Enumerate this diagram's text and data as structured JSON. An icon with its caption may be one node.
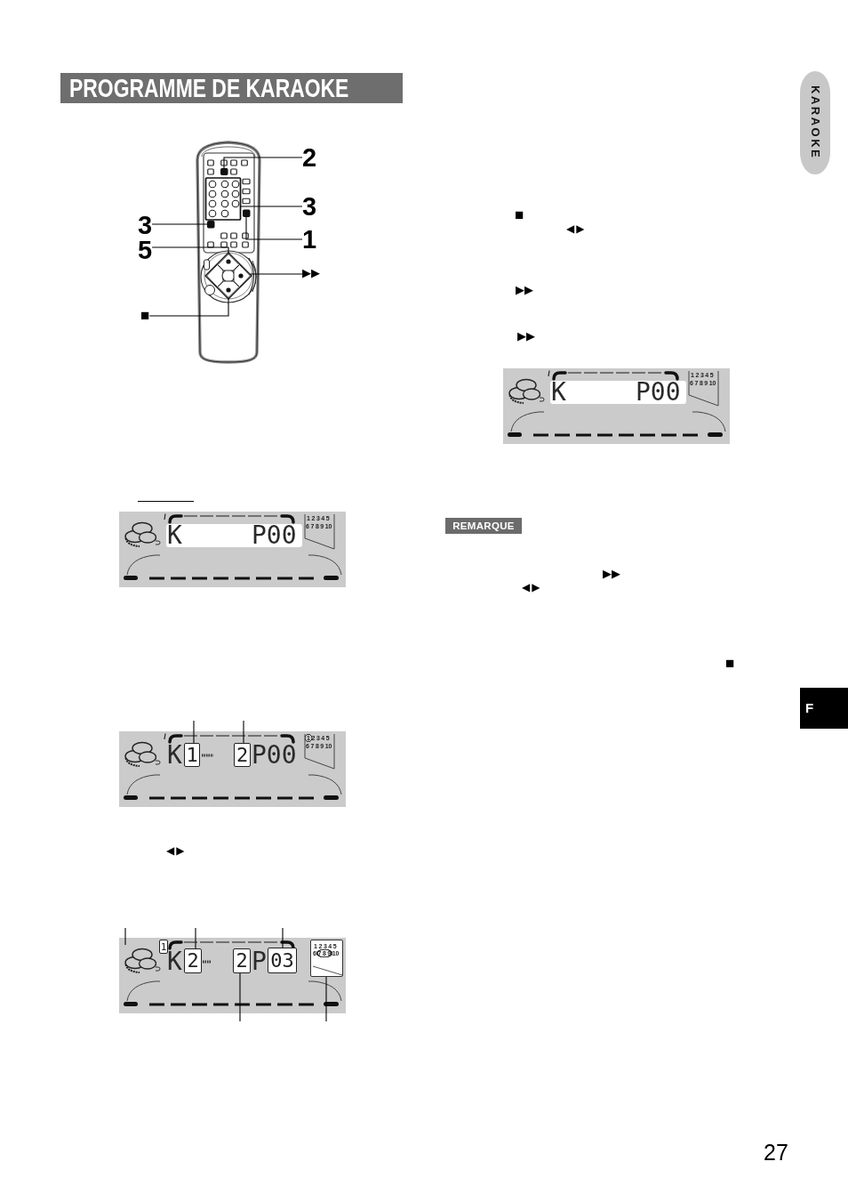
{
  "diagram": {
    "title": "PROGRAMME DE KARAOKE",
    "nodes": [
      {
        "text": [
          "2"
        ]
      },
      {
        "text": [
          "3"
        ]
      },
      {
        "text": [
          "3"
        ]
      },
      {
        "text": [
          "1"
        ]
      },
      {
        "text": [
          "5"
        ]
      },
      {
        "text": [
          "▶▶"
        ]
      },
      {
        "text": [
          "■"
        ]
      },
      {
        "text": [],
        "shape": "box"
      },
      {
        "text": [],
        "shape": "box"
      },
      {
        "text": [],
        "shape": "box"
      },
      {
        "text": [],
        "shape": "box"
      },
      {
        "text": [],
        "shape": "button"
      },
      {
        "text": [],
        "shape": "button"
      },
      {
        "text": [],
        "shape": "button"
      },
      {
        "text": [
          "K",
          "P00",
          "1 2 3 4 5",
          "6 7 8 9 10"
        ]
      },
      {
        "text": [
          "K",
          "P00",
          "1 2 3 4 5",
          "6 7 8 9 10"
        ]
      },
      {
        "text": [
          "1"
        ],
        "in": 15
      },
      {
        "text": [
          "2"
        ],
        "in": 15
      },
      {
        "text": [
          "K",
          "P"
        ]
      },
      {
        "text": [],
        "shape": "picture",
        "in": 18
      },
      {
        "text": [
          "1"
        ],
        "in": 18
      },
      {
        "text": [
          "2"
        ],
        "in": 18
      },
      {
        "text": [
          "2"
        ],
        "in": 18
      },
      {
        "text": [
          "03"
        ],
        "in": 18
      },
      {
        "text": [
          "1 2 3 4 5",
          "6 7 8 9 10"
        ],
        "in": 18
      },
      {
        "text": [
          "K",
          "P00",
          "1 2 3 4 5",
          "6 7 8 9 10"
        ]
      },
      {
        "text": [
          "REMARQUE"
        ]
      },
      {
        "text": [
          "KARAOKE"
        ]
      },
      {
        "text": [
          "F"
        ]
      }
    ],
    "edges": [
      {
        "from": 0,
        "to": 7,
        "arrow": "none"
      },
      {
        "from": 1,
        "to": 8,
        "arrow": "none"
      },
      {
        "from": 2,
        "to": 10,
        "arrow": "none"
      },
      {
        "from": 3,
        "to": 9,
        "arrow": "none"
      },
      {
        "from": 4,
        "to": 11,
        "arrow": "none"
      },
      {
        "from": 5,
        "to": 12,
        "arrow": "none"
      },
      {
        "from": 6,
        "to": 13,
        "arrow": "none"
      },
      {
        "from": null,
        "to": 16,
        "arrow": "none"
      },
      {
        "from": null,
        "to": 17,
        "arrow": "none"
      },
      {
        "from": null,
        "to": 19,
        "arrow": "none"
      },
      {
        "from": null,
        "to": 21,
        "arrow": "none"
      },
      {
        "from": null,
        "to": 23,
        "arrow": "none"
      },
      {
        "from": null,
        "to": 22,
        "arrow": "none"
      },
      {
        "from": null,
        "to": 24,
        "arrow": "none"
      }
    ],
    "labels": [
      "◀▶",
      "■",
      "◀▶",
      "▶▶",
      "▶▶",
      "▶▶",
      "◀▶",
      "■",
      "27"
    ]
  }
}
